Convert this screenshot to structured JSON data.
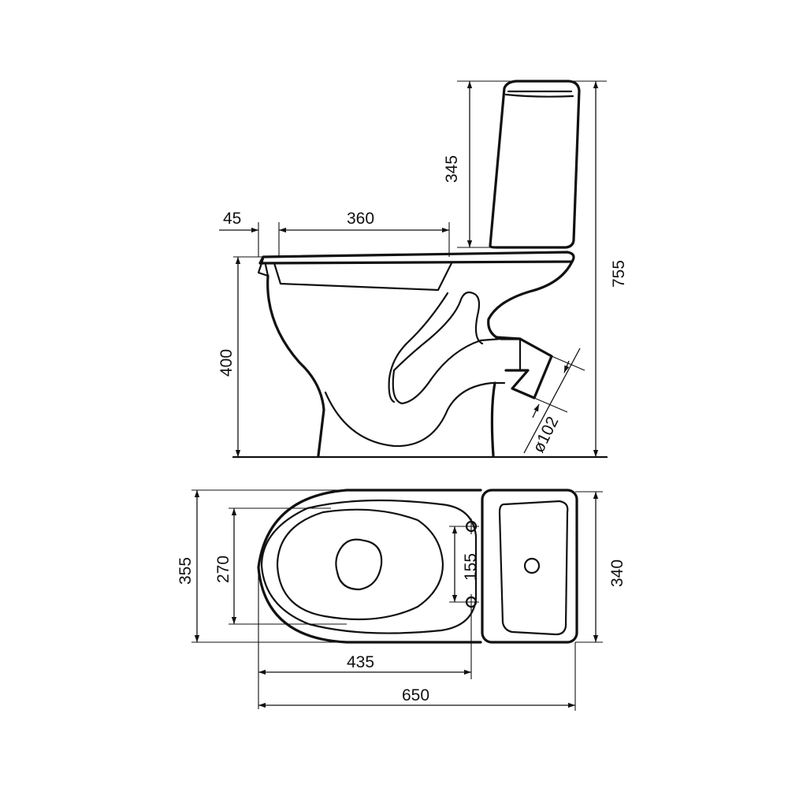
{
  "side_view": {
    "rim_offset": "45",
    "seat_depth": "360",
    "cistern_height": "345",
    "total_height": "755",
    "bowl_height": "400",
    "outlet_diameter": "ø102"
  },
  "top_view": {
    "total_width": "355",
    "bowl_width": "270",
    "hole_spacing": "155",
    "cistern_width": "340",
    "bowl_length": "435",
    "total_length": "650"
  }
}
